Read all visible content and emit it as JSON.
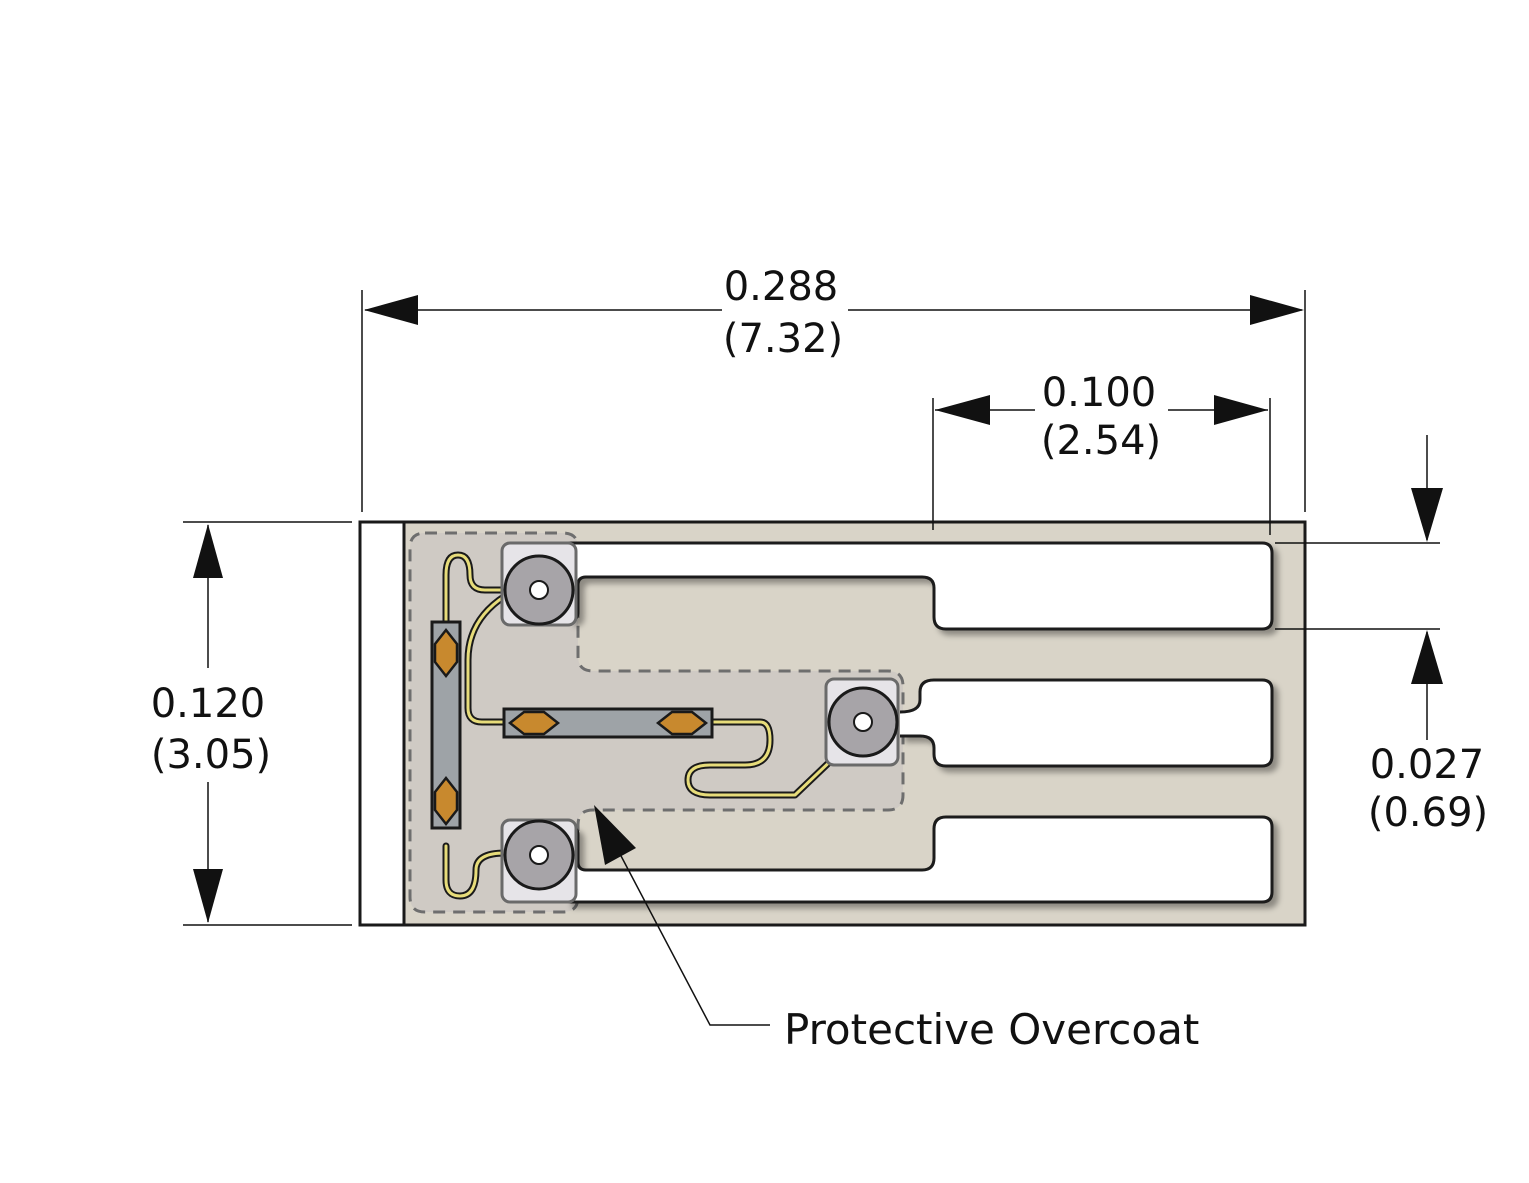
{
  "dimensions": {
    "overall_length": {
      "in": "0.288",
      "mm": "(7.32)"
    },
    "pad_length": {
      "in": "0.100",
      "mm": "(2.54)"
    },
    "overall_height": {
      "in": "0.120",
      "mm": "(3.05)"
    },
    "pad_width": {
      "in": "0.027",
      "mm": "(0.69)"
    }
  },
  "callout": {
    "label": "Protective Overcoat"
  },
  "colors": {
    "substrate": "#d9d4c8",
    "overcoat": "#cfcac4",
    "pad_fill": "#ffffff",
    "via": "#a7a4a8",
    "resistor": "#c8892e",
    "trace": "#e7dc7a",
    "line": "#1a1a1a"
  }
}
